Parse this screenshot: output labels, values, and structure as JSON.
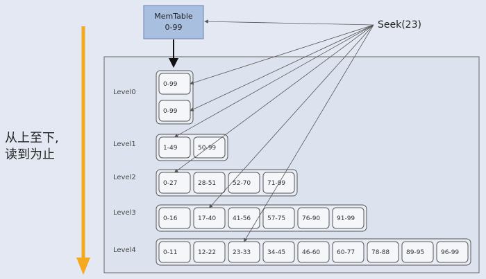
{
  "memtable": {
    "title": "MemTable",
    "range": "0-99"
  },
  "seek": {
    "label": "Seek(23)"
  },
  "side_note": {
    "line1": "从上至下,",
    "line2": "读到为止"
  },
  "colors": {
    "background": "#e3e8f2",
    "memtable_fill": "#a9bfe0",
    "arrow_orange": "#f5a91e",
    "box_fill": "#eef1f7",
    "line": "#555555"
  },
  "levels": [
    {
      "name": "Level0",
      "tables": [
        "0-99",
        "0-99"
      ]
    },
    {
      "name": "Level1",
      "tables": [
        "1-49",
        "50-99"
      ]
    },
    {
      "name": "Level2",
      "tables": [
        "0-27",
        "28-51",
        "52-70",
        "71-99"
      ]
    },
    {
      "name": "Level3",
      "tables": [
        "0-16",
        "17-40",
        "41-56",
        "57-75",
        "76-90",
        "91-99"
      ]
    },
    {
      "name": "Level4",
      "tables": [
        "0-11",
        "12-22",
        "23-33",
        "34-45",
        "46-60",
        "60-77",
        "78-88",
        "89-95",
        "96-99"
      ]
    }
  ]
}
